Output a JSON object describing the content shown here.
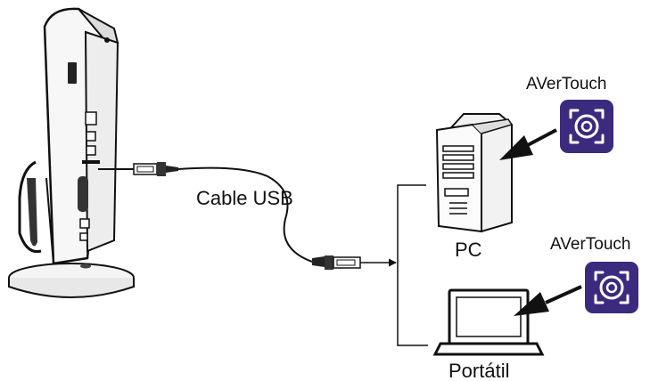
{
  "labels": {
    "cable": "Cable USB",
    "pc": "PC",
    "laptop": "Portátil",
    "app_top": "AVerTouch",
    "app_bottom": "AVerTouch"
  },
  "colors": {
    "app_icon_bg": "#3b2a7d",
    "app_icon_fg": "#ffffff",
    "line": "#111111"
  },
  "icons": {
    "camera": "document-camera-icon",
    "usb_a": "usb-plug-icon",
    "usb_b": "usb-plug-icon",
    "pc": "pc-tower-icon",
    "laptop": "laptop-icon",
    "app": "avertouch-app-icon"
  }
}
